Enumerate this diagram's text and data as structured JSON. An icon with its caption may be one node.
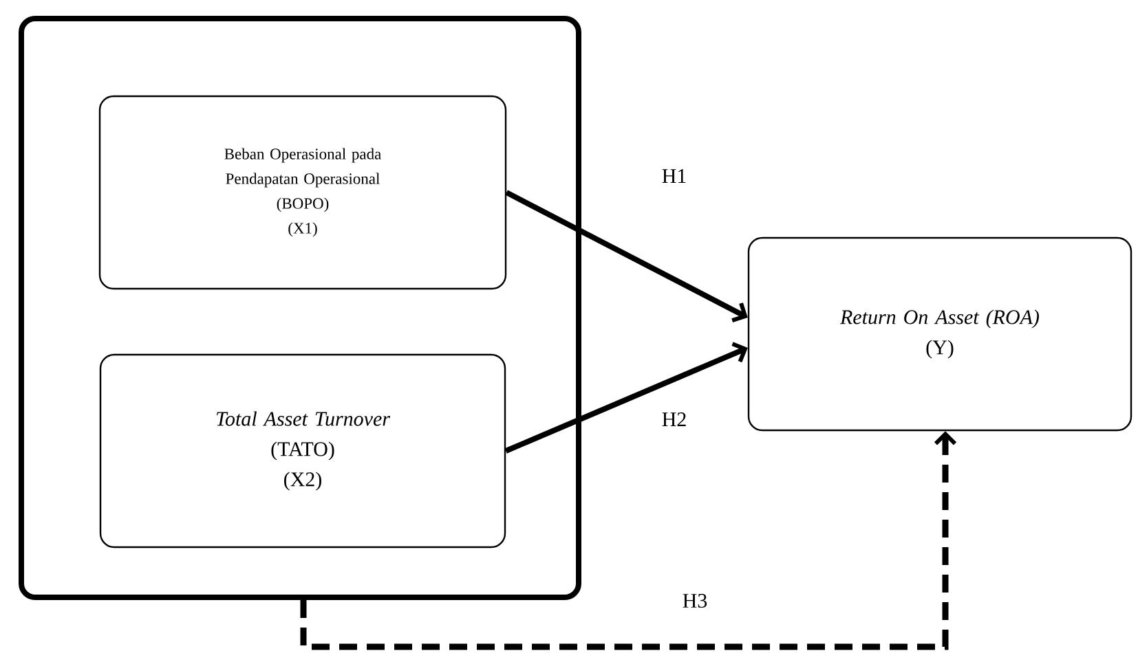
{
  "diagram": {
    "nodes": [
      {
        "text": [],
        "shape": "box"
      },
      {
        "text": [
          "Beban Operasional pada Pendapatan Operasional",
          "(BOPO)",
          "(X1)"
        ],
        "in": 0
      },
      {
        "text": [
          "Total Asset Turnover",
          "(TATO)",
          "(X2)"
        ],
        "in": 0
      },
      {
        "text": [
          "Return On Asset (ROA)",
          "(Y)"
        ]
      }
    ],
    "edges": [
      {
        "from": 1,
        "to": 3,
        "arrow": "to",
        "label": "H1"
      },
      {
        "from": 2,
        "to": 3,
        "arrow": "to",
        "label": "H2"
      },
      {
        "from": 0,
        "to": 3,
        "arrow": "to",
        "label": "H3",
        "style": "dashed"
      }
    ]
  }
}
